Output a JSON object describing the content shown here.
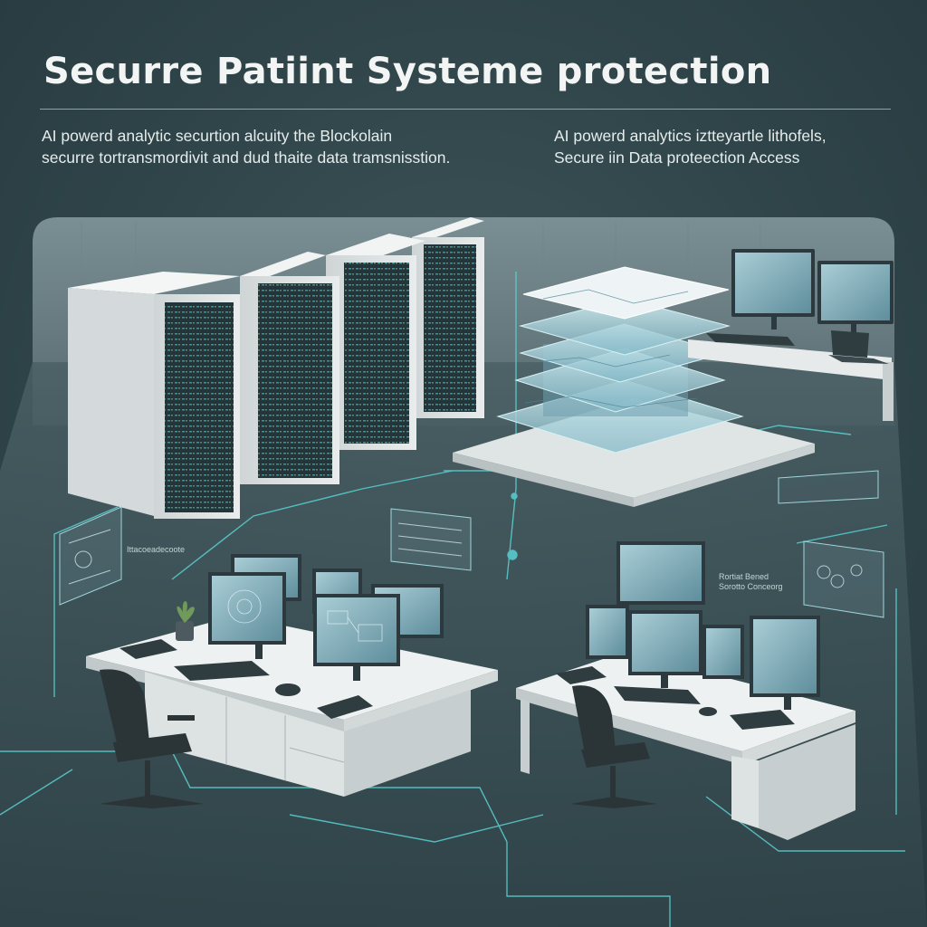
{
  "header": {
    "title": "Securre Patiint Systeme protection",
    "subtitle_left": {
      "line1": "AI powerd analytic securtion alcuity the Blockolain",
      "line2": "securre tortransmordivit and dud thaite data tramsnisstion."
    },
    "subtitle_right": {
      "line1": "AI powerd analytics iztteyartle lithofels,",
      "line2": "Secure iin Data proteection Access"
    }
  },
  "callouts": {
    "left_panel": "Ittacoeadecoote",
    "right_desk_line1": "Rortiat Bened",
    "right_desk_line2": "Sorotto Conceorg"
  },
  "colors": {
    "background": "#30454a",
    "accent_line": "#5ad0d2",
    "server_body": "#e4e8e8",
    "screen": "#8fb8c4",
    "desk": "#e8ebeb"
  },
  "icons": {
    "servers": "server-rack-icon",
    "blockchain": "layered-database-icon",
    "workstation": "computer-workstation-icon",
    "chair": "office-chair-icon",
    "plant": "potted-plant-icon"
  }
}
